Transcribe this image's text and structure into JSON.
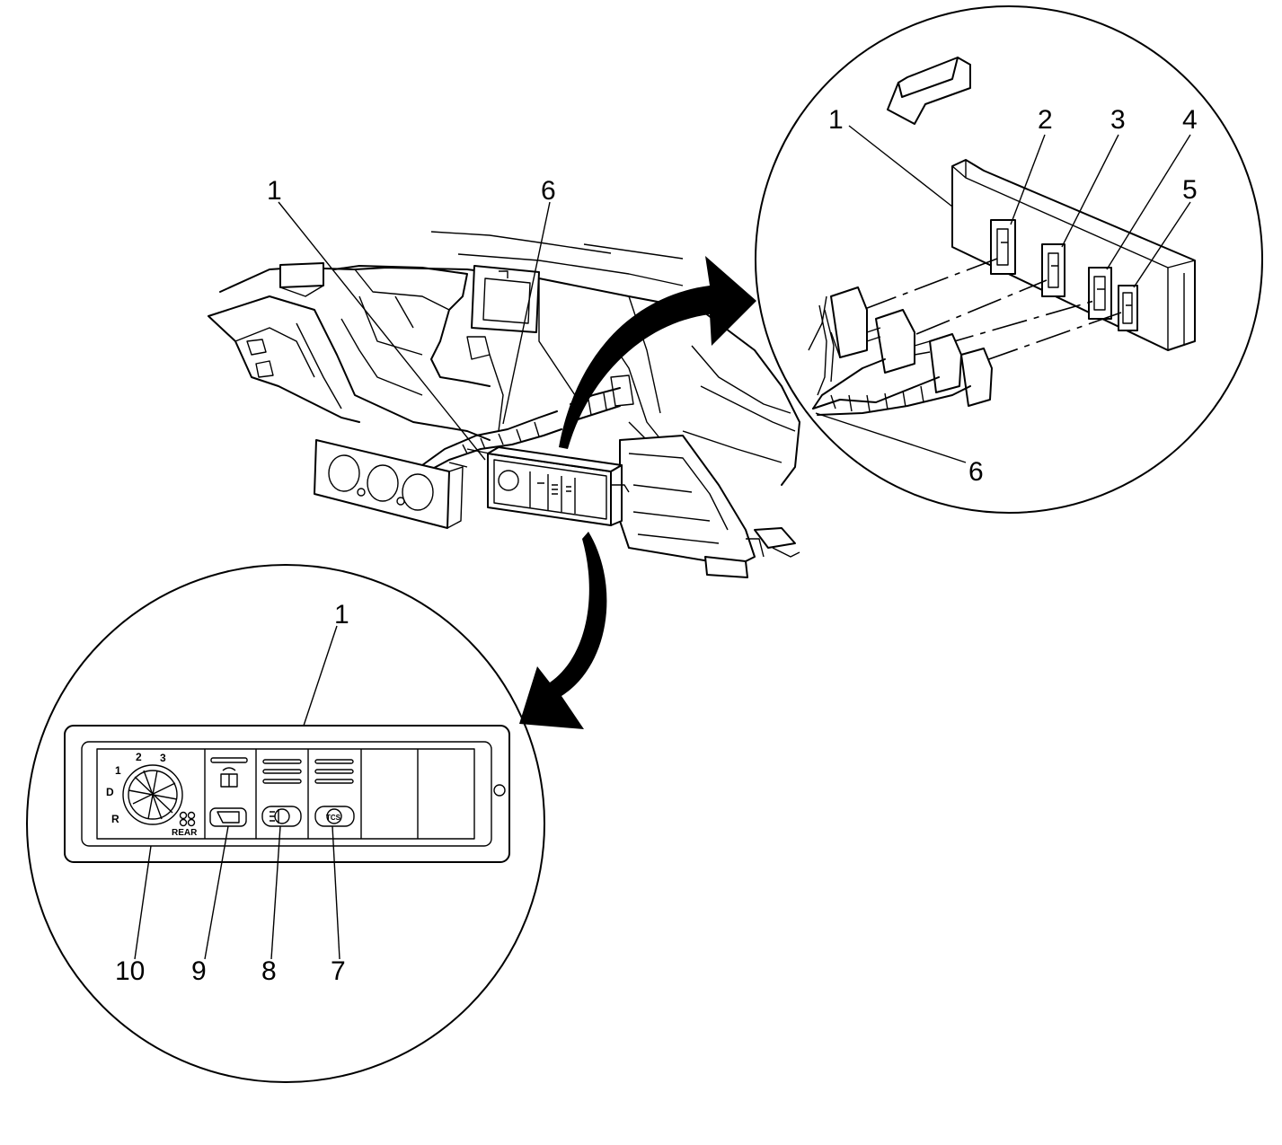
{
  "callouts": {
    "main_1": "1",
    "main_6": "6",
    "detail_1": "1",
    "detail_2": "2",
    "detail_3": "3",
    "detail_4": "4",
    "detail_5": "5",
    "detail_6": "6",
    "panel_1": "1",
    "panel_7": "7",
    "panel_8": "8",
    "panel_9": "9",
    "panel_10": "10"
  },
  "panel_text": {
    "knob_pos_1": "1",
    "knob_pos_2": "2",
    "knob_pos_3": "3",
    "knob_pos_d": "D",
    "knob_pos_r": "R",
    "rear": "REAR",
    "tcs": "TCS"
  },
  "icons": [
    "direction-arrow-icon",
    "fan-icon",
    "rear-wiper-icon",
    "rear-defog-icon",
    "fog-lamp-icon",
    "traction-control-icon"
  ],
  "colors": {
    "line": "#000000",
    "background": "#ffffff"
  }
}
